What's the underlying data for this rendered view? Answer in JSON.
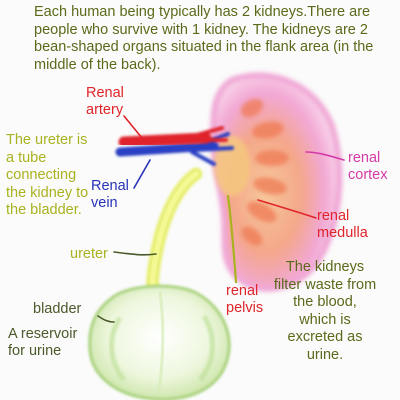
{
  "intro": "Each human being typically has 2 kidneys.There are people who survive with 1 kidney. The kidneys are 2 bean-shaped organs situated in the flank area (in the middle of the back).",
  "labels": {
    "renal_artery": "Renal artery",
    "ureter_description": "The ureter is a tube connecting the kidney to the bladder.",
    "renal_vein": "Renal vein",
    "renal_cortex": "renal cortex",
    "renal_medulla": "renal medulla",
    "ureter": "ureter",
    "renal_pelvis": "renal pelvis",
    "filter_note": "The kidneys filter waste from the blood, which is excreted as urine.",
    "bladder": "bladder",
    "reservoir_note": "A reservoir for urine"
  },
  "colors": {
    "intro_text": "#5a6a1a",
    "artery": "#e0242a",
    "vein": "#2633b8",
    "ureter": "#a9b21f",
    "cortex": "#d63aa8",
    "medulla": "#ef7a55",
    "bladder": "#c9e6a8"
  }
}
